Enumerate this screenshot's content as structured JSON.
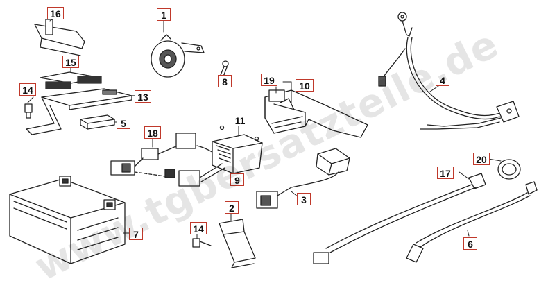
{
  "labels": {
    "l1": "1",
    "l2": "2",
    "l3": "3",
    "l4": "4",
    "l5": "5",
    "l6": "6",
    "l7": "7",
    "l8": "8",
    "l9": "9",
    "l10": "10",
    "l11": "11",
    "l13": "13",
    "l14a": "14",
    "l14b": "14",
    "l15": "15",
    "l16": "16",
    "l17": "17",
    "l18": "18",
    "l19": "19",
    "l20": "20"
  },
  "watermark": "www.tgbersatzteile.de",
  "colors": {
    "label_border": "#c0392b",
    "line": "#222222",
    "watermark": "#cccccc"
  }
}
